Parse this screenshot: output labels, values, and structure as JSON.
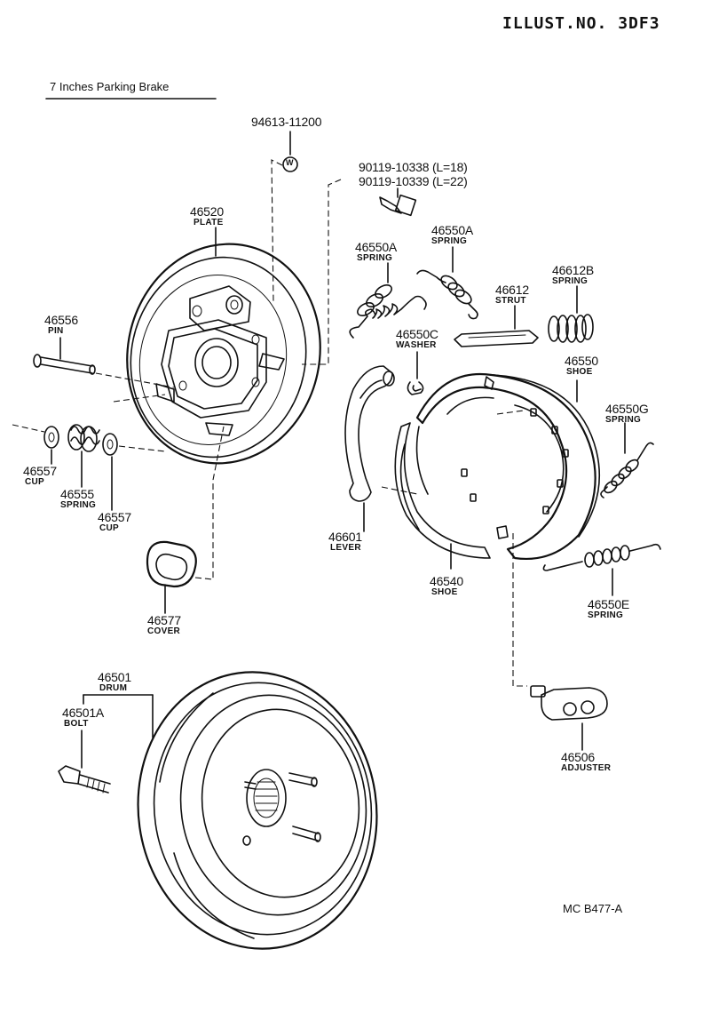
{
  "illust_no": "ILLUST.NO. 3DF3",
  "title": "7 Inches Parking Brake",
  "catalog_code": "MC B477-A",
  "parts": {
    "washer_part": {
      "number": "94613-11200",
      "icon": "W"
    },
    "bolt_a": {
      "number": "90119-10338 (L=18)"
    },
    "bolt_b": {
      "number": "90119-10339 (L=22)"
    },
    "plate": {
      "number": "46520",
      "name": "PLATE"
    },
    "spring_a_left": {
      "number": "46550A",
      "name": "SPRING"
    },
    "spring_a_right": {
      "number": "46550A",
      "name": "SPRING"
    },
    "strut": {
      "number": "46612",
      "name": "STRUT"
    },
    "spring_b": {
      "number": "46612B",
      "name": "SPRING"
    },
    "pin": {
      "number": "46556",
      "name": "PIN"
    },
    "washer_c": {
      "number": "46550C",
      "name": "WASHER"
    },
    "shoe_upper": {
      "number": "46550",
      "name": "SHOE"
    },
    "spring_g": {
      "number": "46550G",
      "name": "SPRING"
    },
    "cup_left": {
      "number": "46557",
      "name": "CUP"
    },
    "spring_555": {
      "number": "46555",
      "name": "SPRING"
    },
    "cup_right": {
      "number": "46557",
      "name": "CUP"
    },
    "lever": {
      "number": "46601",
      "name": "LEVER"
    },
    "shoe_lower": {
      "number": "46540",
      "name": "SHOE"
    },
    "spring_e": {
      "number": "46550E",
      "name": "SPRING"
    },
    "cover": {
      "number": "46577",
      "name": "COVER"
    },
    "drum": {
      "number": "46501",
      "name": "DRUM"
    },
    "drum_bolt": {
      "number": "46501A",
      "name": "BOLT"
    },
    "adjuster": {
      "number": "46506",
      "name": "ADJUSTER"
    }
  }
}
